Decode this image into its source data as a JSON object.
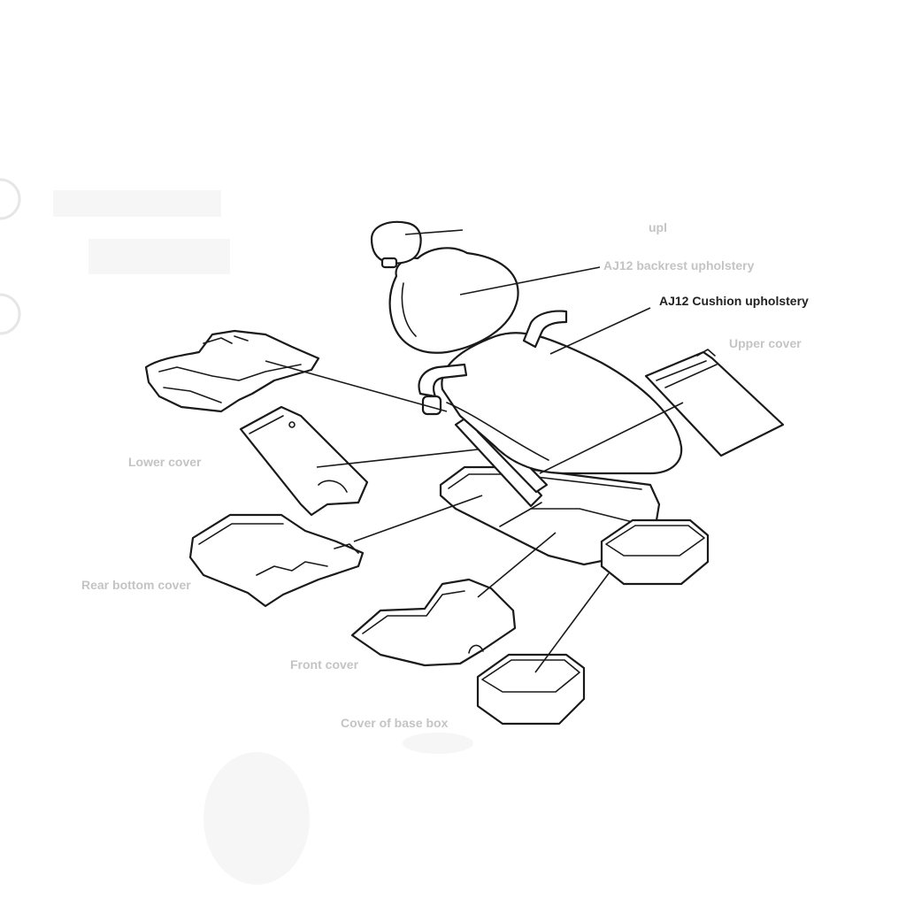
{
  "labels": {
    "headrest": "upl",
    "backrest": "AJ12 backrest upholstery",
    "cushion": "AJ12 Cushion upholstery",
    "upper_cover": "Upper cover",
    "lower_cover": "Lower cover",
    "rear_bottom_cover": "Rear bottom cover",
    "front_cover": "Front cover",
    "base_cover": "Cover of base box"
  },
  "colors": {
    "line": "#1a1a1a",
    "main_label": "#222222",
    "faded_label": "#c4c4c4",
    "background": "#ffffff"
  }
}
